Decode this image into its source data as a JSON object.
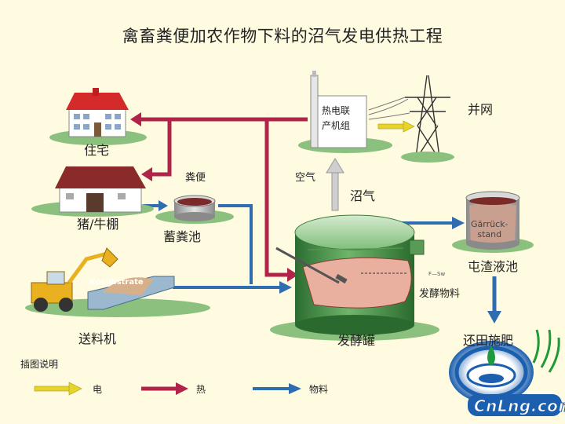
{
  "title": "禽畜粪便加农作物下料的沼气发电供热工程",
  "labels": {
    "house": "住宅",
    "barn": "猪/牛棚",
    "manure": "粪便",
    "storage_pool": "蓄粪池",
    "chp": "热电联\n产机组",
    "grid": "并网",
    "air": "空气",
    "biogas": "沼气",
    "residue_pool": "屯渣液池",
    "fertilizer": "还田施肥",
    "digester": "发酵罐",
    "fermentation_material": "发酵物料",
    "digester_small": "F—Sw",
    "loader": "送料机",
    "kosubstrate": "Kosubstrate",
    "residue_sign": "Gärrück-\nstand"
  },
  "legend": {
    "title": "插图说明",
    "items": [
      {
        "label": "电",
        "color": "#e8d32a"
      },
      {
        "label": "热",
        "color": "#b0244a"
      },
      {
        "label": "物料",
        "color": "#2f6db0"
      }
    ]
  },
  "logo": {
    "text": "CnLng.com"
  },
  "colors": {
    "background": "#fffbe0",
    "electric": "#e8d32a",
    "heat": "#b0244a",
    "material": "#2f6db0",
    "air": "#c8c8c8",
    "digester": "#3d8a3f"
  }
}
